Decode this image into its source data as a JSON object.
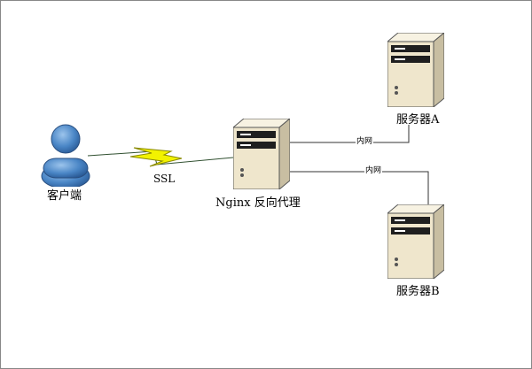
{
  "diagram": {
    "client": {
      "label": "客户端",
      "icon": "user-icon"
    },
    "link_ssl": {
      "label": "SSL",
      "color": "#f2f200"
    },
    "proxy": {
      "label": "Nginx 反向代理",
      "icon": "server-icon"
    },
    "server_a": {
      "label": "服务器A",
      "icon": "server-icon"
    },
    "server_b": {
      "label": "服务器B",
      "icon": "server-icon"
    },
    "link_a": {
      "label": "内网"
    },
    "link_b": {
      "label": "内网"
    },
    "colors": {
      "server_body": "#efe6cc",
      "server_dark": "#1f1f1f",
      "user_blue": "#4a86c6",
      "line": "#333333"
    }
  }
}
